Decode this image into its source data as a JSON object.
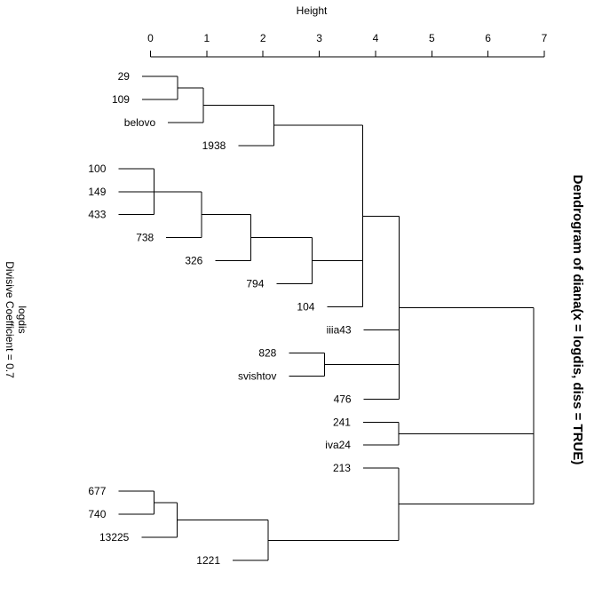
{
  "chart_data": {
    "type": "dendrogram",
    "title": "Dendrogram of  diana(x = logdis, diss = TRUE)",
    "xlabel": "Height",
    "sublabel_line1": "logdis",
    "sublabel_line2": "Divisive Coefficient =  0.7",
    "height_range": [
      0,
      7
    ],
    "ticks": [
      0,
      1,
      2,
      3,
      4,
      5,
      6,
      7
    ],
    "hang": 0.63,
    "leaves": [
      "29",
      "109",
      "belovo",
      "1938",
      "100",
      "149",
      "433",
      "738",
      "326",
      "794",
      "104",
      "iiia43",
      "828",
      "svishtov",
      "476",
      "241",
      "iva24",
      "213",
      "677",
      "740",
      "13225",
      "1221"
    ],
    "tree": {
      "height": 6.81,
      "children": [
        {
          "height": 4.42,
          "children": [
            {
              "height": 3.77,
              "children": [
                {
                  "height": 2.19,
                  "children": [
                    {
                      "height": 0.94,
                      "children": [
                        {
                          "height": 0.48,
                          "children": [
                            {
                              "leaf": "29"
                            },
                            {
                              "leaf": "109"
                            }
                          ]
                        },
                        {
                          "leaf": "belovo"
                        }
                      ]
                    },
                    {
                      "leaf": "1938"
                    }
                  ]
                },
                {
                  "height": 2.87,
                  "children": [
                    {
                      "height": 1.78,
                      "children": [
                        {
                          "height": 0.91,
                          "children": [
                            {
                              "height": 0.06,
                              "children": [
                                {
                                  "leaf": "100"
                                },
                                {
                                  "leaf": "149"
                                },
                                {
                                  "leaf": "433"
                                }
                              ]
                            },
                            {
                              "leaf": "738"
                            }
                          ]
                        },
                        {
                          "leaf": "326"
                        }
                      ]
                    },
                    {
                      "leaf": "794"
                    }
                  ]
                },
                {
                  "leaf": "104"
                }
              ]
            },
            {
              "leaf": "iiia43"
            },
            {
              "height": 3.09,
              "children": [
                {
                  "leaf": "828"
                },
                {
                  "leaf": "svishtov"
                }
              ]
            },
            {
              "leaf": "476"
            }
          ]
        },
        {
          "height": 4.41,
          "children": [
            {
              "leaf": "241"
            },
            {
              "leaf": "iva24"
            }
          ]
        },
        {
          "height": 4.41,
          "children": [
            {
              "leaf": "213"
            },
            {
              "height": 2.09,
              "children": [
                {
                  "height": 0.47,
                  "children": [
                    {
                      "height": 0.06,
                      "children": [
                        {
                          "leaf": "677"
                        },
                        {
                          "leaf": "740"
                        }
                      ]
                    },
                    {
                      "leaf": "13225"
                    }
                  ]
                },
                {
                  "leaf": "1221"
                }
              ]
            }
          ]
        }
      ]
    }
  }
}
